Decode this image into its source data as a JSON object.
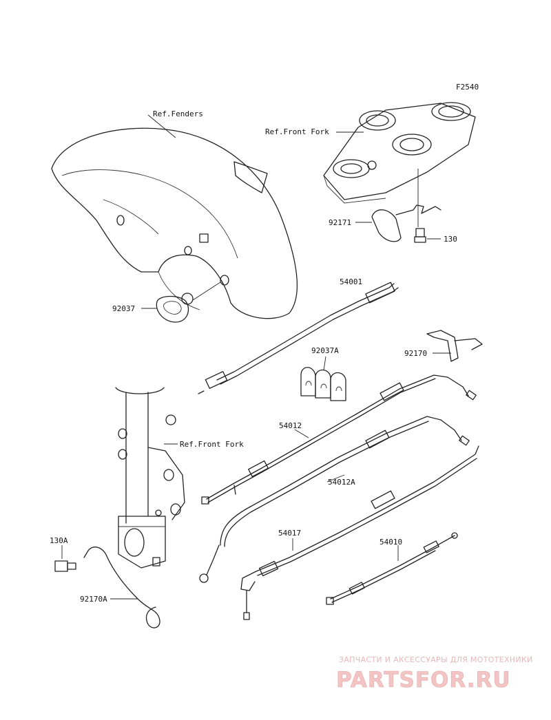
{
  "figure_code": "F2540",
  "references": {
    "fenders": "Ref.Fenders",
    "front_fork_upper": "Ref.Front Fork",
    "front_fork_lower": "Ref.Front Fork"
  },
  "parts": {
    "p54001": "54001",
    "p92037": "92037",
    "p92037A": "92037A",
    "p92170": "92170",
    "p92171": "92171",
    "p130": "130",
    "p130A": "130A",
    "p92170A": "92170A",
    "p54012": "54012",
    "p54012A": "54012A",
    "p54017": "54017",
    "p54010": "54010"
  },
  "watermark": {
    "tagline": "ЗАПЧАСТИ И АКСЕССУАРЫ ДЛЯ МОТОТЕХНИКИ",
    "logo": "PARTSFOR.RU"
  }
}
